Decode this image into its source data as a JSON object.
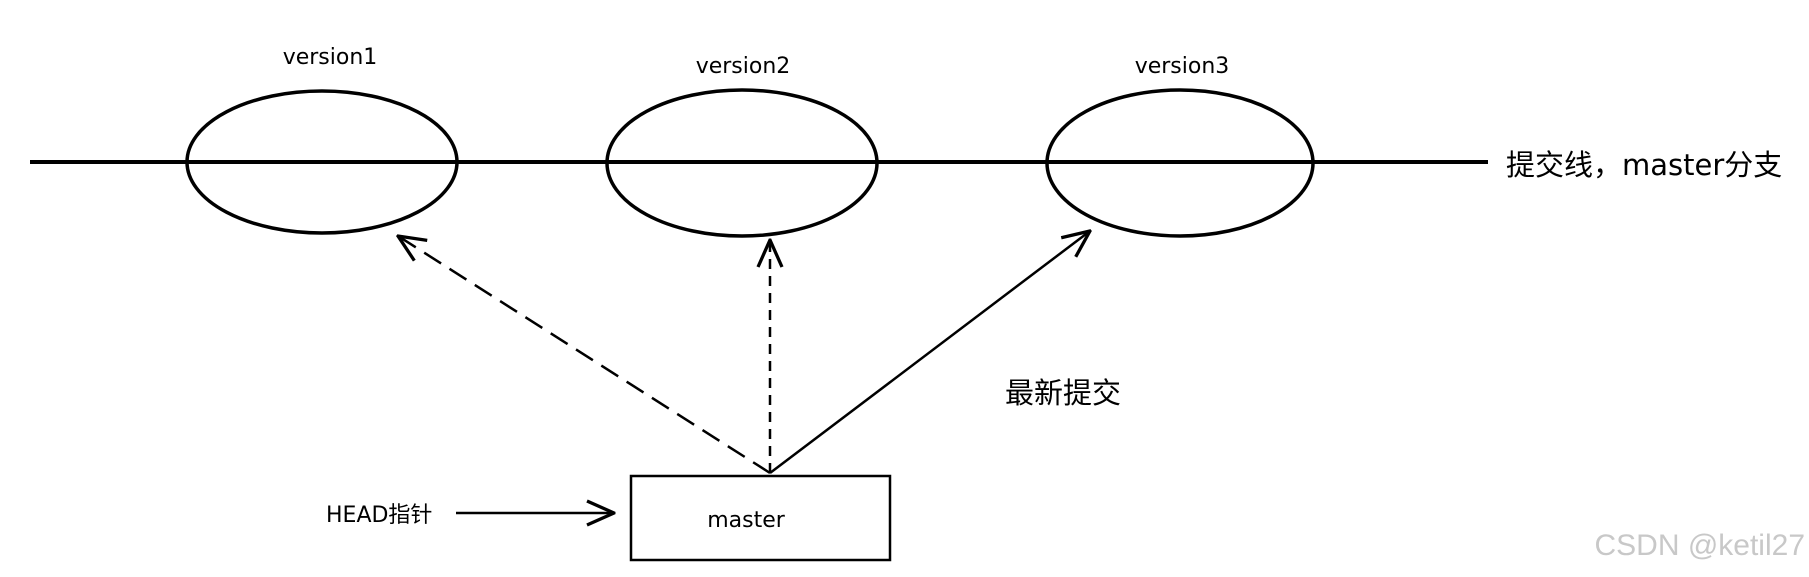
{
  "versions": [
    {
      "label": "version1"
    },
    {
      "label": "version2"
    },
    {
      "label": "version3"
    }
  ],
  "commit_line_label": "提交线，master分支",
  "latest_commit_label": "最新提交",
  "branch_box_label": "master",
  "head_pointer_label": "HEAD指针",
  "watermark": "CSDN @ketil27",
  "colors": {
    "stroke": "#000000",
    "text": "#000000",
    "watermark": "#c8c8c8",
    "background": "#ffffff"
  }
}
